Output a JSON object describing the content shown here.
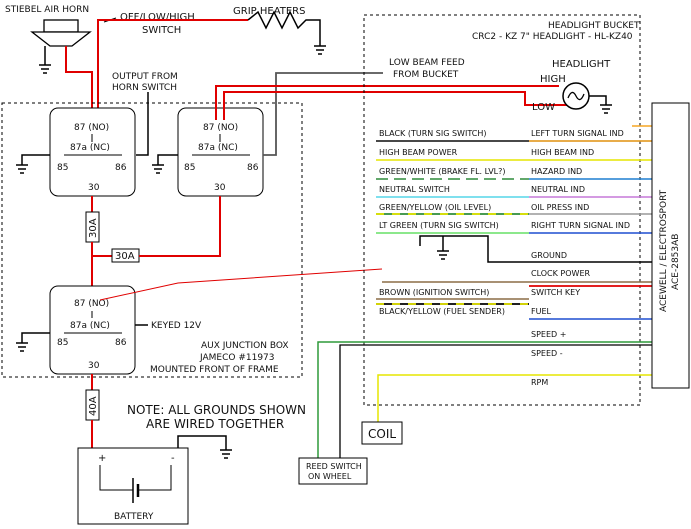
{
  "horn": {
    "label": "STIEBEL AIR HORN"
  },
  "switch": {
    "line1": "OFF/LOW/HIGH",
    "line2": "SWITCH"
  },
  "grip": {
    "label": "GRIP HEATERS"
  },
  "output_note": {
    "line1": "OUTPUT FROM",
    "line2": "HORN SWITCH"
  },
  "low_beam_feed": {
    "line1": "LOW BEAM FEED",
    "line2": "FROM BUCKET"
  },
  "headlight": {
    "label": "HEADLIGHT",
    "high": "HIGH",
    "low": "LOW"
  },
  "bucket": {
    "line1": "HEADLIGHT BUCKET",
    "line2": "CRC2 - KZ 7\" HEADLIGHT - HL-KZ40"
  },
  "relay_pins": {
    "p87": "87 (NO)",
    "p87a": "87a (NC)",
    "p85": "85",
    "p86": "86",
    "p30": "30"
  },
  "fuses": {
    "f30_relay": "30A",
    "f30_mid": "30A",
    "f40": "40A"
  },
  "keyed": "KEYED 12V",
  "aux_box": {
    "line1": "AUX JUNCTION BOX",
    "line2": "JAMECO #11973",
    "line3": "MOUNTED FRONT OF FRAME"
  },
  "note": {
    "line1": "NOTE: ALL GROUNDS SHOWN",
    "line2": "ARE WIRED TOGETHER"
  },
  "battery": {
    "label": "BATTERY",
    "plus": "+",
    "minus": "-"
  },
  "coil": "COIL",
  "reed": {
    "line1": "REED SWITCH",
    "line2": "ON WHEEL"
  },
  "dash": {
    "line1": "ACEWELL / ELECTROSPORT",
    "line2": "ACE-2853AB"
  },
  "bucket_wires": [
    {
      "left": "BLACK (TURN SIG SWITCH)",
      "right": "LEFT TURN SIGNAL IND",
      "color": "#000000",
      "end": "#f5a623"
    },
    {
      "left": "HIGH BEAM POWER",
      "right": "HIGH BEAM IND",
      "color": "#e6e600",
      "end": "#d6d600"
    },
    {
      "left": "GREEN/WHITE (BRAKE FL. LVL?)",
      "right": "HAZARD IND",
      "color": "#2e8b3a",
      "end": "#1e7fd0"
    },
    {
      "left": "NEUTRAL SWITCH",
      "right": "NEUTRAL IND",
      "color": "#55d6e8",
      "end": "#c678d8"
    },
    {
      "left": "GREEN/YELLOW (OIL LEVEL)",
      "right": "OIL PRESS IND",
      "color": "#2e8b3a",
      "end": "#999999"
    },
    {
      "left": "LT GREEN (TURN SIG SWITCH)",
      "right": "RIGHT TURN SIGNAL IND",
      "color": "#66e066",
      "end": "#1f4fd0"
    }
  ],
  "dash_wires": [
    {
      "label": "GROUND",
      "color": "#000000"
    },
    {
      "label": "CLOCK POWER",
      "color": "#8b6d46"
    },
    {
      "left": "BROWN (IGNITION SWITCH)",
      "label": "SWITCH KEY",
      "color": "#e00000"
    },
    {
      "left": "BLACK/YELLOW (FUEL SENDER)",
      "label": "FUEL",
      "color": "#1f4fd0"
    },
    {
      "label": "SPEED +",
      "color": "#2e9a3a"
    },
    {
      "label": "SPEED -",
      "color": "#000000"
    },
    {
      "label": "RPM",
      "color": "#e6e600"
    }
  ]
}
